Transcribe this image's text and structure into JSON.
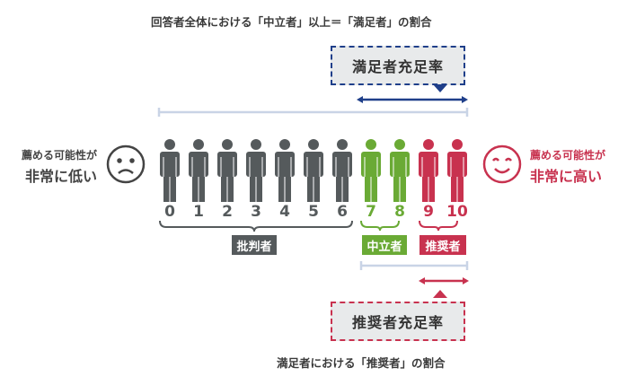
{
  "top_caption": "回答者全体における「中立者」以上＝「満足者」の割合",
  "satisfied_box": "満足者充足率",
  "recommender_box": "推奨者充足率",
  "bottom_caption": "満足者における「推奨者」の割合",
  "left_label": {
    "line1": "薦める可能性が",
    "line2": "非常に低い"
  },
  "right_label": {
    "line1": "薦める可能性が",
    "line2": "非常に高い"
  },
  "scores": [
    "0",
    "1",
    "2",
    "3",
    "4",
    "5",
    "6",
    "7",
    "8",
    "9",
    "10"
  ],
  "groups": {
    "detractors": "批判者",
    "passives": "中立者",
    "promoters": "推奨者"
  },
  "colors": {
    "detractor": "#555a5c",
    "passive": "#6aaa35",
    "promoter": "#c8324f",
    "blue": "#1f3f8a",
    "line": "#c9d4e6"
  }
}
